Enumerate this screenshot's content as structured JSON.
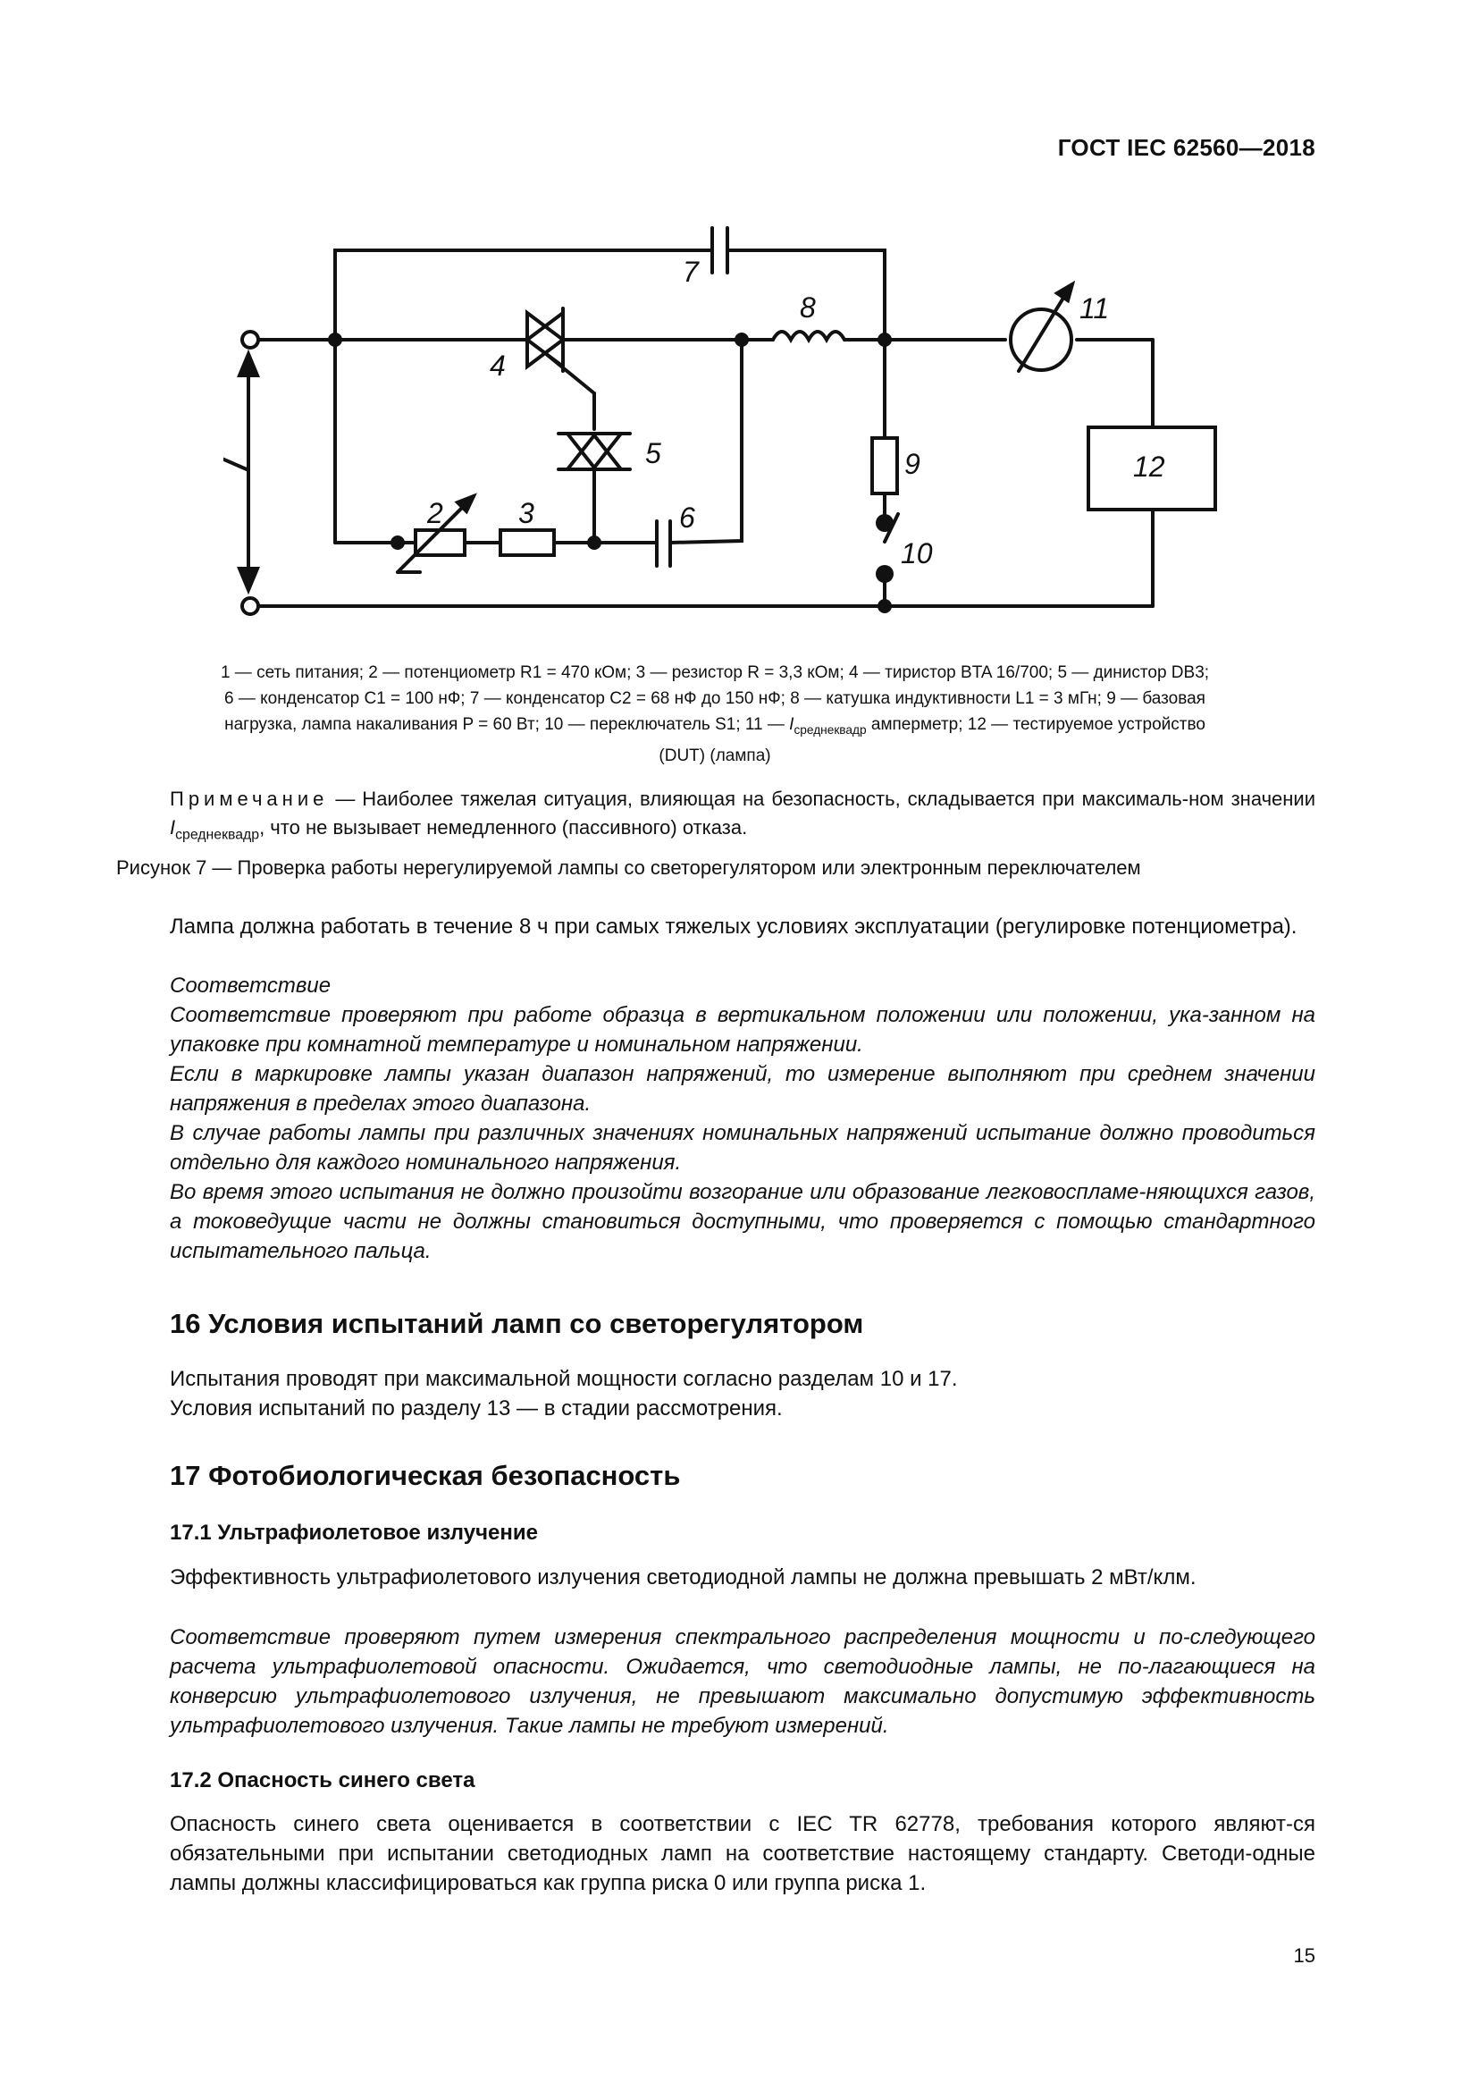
{
  "header": {
    "doc_id": "ГОСТ IEC 62560—2018"
  },
  "figure": {
    "labels": [
      "1",
      "2",
      "3",
      "4",
      "5",
      "6",
      "7",
      "8",
      "9",
      "10",
      "11",
      "12"
    ],
    "legend_lines": [
      "1 — сеть питания; 2 — потенциометр R1 = 470 кОм; 3 — резистор R = 3,3 кОм; 4 — тиристор BTA 16/700; 5 — динистор DB3;",
      "6 — конденсатор C1 = 100 нФ; 7 — конденсатор C2 = 68 нФ до 150 нФ; 8 — катушка индуктивности L1 = 3 мГн; 9 — базовая",
      "нагрузка, лампа накаливания P = 60 Вт; 10 — переключатель S1; 11 — ",
      "I",
      "среднеквадр",
      " амперметр; 12 — тестируемое устройство",
      "(DUT) (лампа)"
    ],
    "note_head": "Примечание",
    "note_text_1": " — Наиболее тяжелая ситуация, влияющая на безопасность, складывается при максималь-ном значении ",
    "note_I": "I",
    "note_sub": "среднеквадр",
    "note_text_2": ", что не вызывает немедленного (пассивного) отказа.",
    "caption": "Рисунок 7 — Проверка работы нерегулируемой лампы со светорегулятором или электронным переключателем"
  },
  "body": {
    "p1": "Лампа должна работать в течение 8 ч при самых тяжелых условиях эксплуатации (регулировке потенциометра).",
    "p2": "Соответствие",
    "p3": "Соответствие проверяют при работе образца в вертикальном положении или положении, ука-занном на упаковке при комнатной температуре и номинальном напряжении.",
    "p4": "Если в маркировке лампы указан диапазон напряжений, то измерение выполняют при среднем значении напряжения в пределах этого диапазона.",
    "p5": "В случае работы лампы при различных значениях номинальных напряжений испытание должно проводиться отдельно для каждого номинального напряжения.",
    "p6": "Во время этого испытания не должно произойти возгорание или образование легковоспламе-няющихся газов, а токоведущие части не должны становиться доступными, что проверяется с помощью стандартного испытательного пальца.",
    "s16_title": "16 Условия испытаний ламп со светорегулятором",
    "s16_p1": "Испытания проводят при максимальной мощности согласно разделам 10 и 17.",
    "s16_p2": "Условия испытаний по разделу 13 — в стадии рассмотрения.",
    "s17_title": "17 Фотобиологическая безопасность",
    "s171_title": "17.1 Ультрафиолетовое излучение",
    "s171_p1": "Эффективность ультрафиолетового излучения светодиодной лампы не должна превышать 2 мВт/клм.",
    "s171_p2": "Соответствие проверяют путем измерения спектрального распределения мощности и по-следующего расчета ультрафиолетовой опасности. Ожидается, что светодиодные лампы, не по-лагающиеся на конверсию ультрафиолетового излучения, не превышают максимально допустимую эффективность ультрафиолетового излучения. Такие лампы не требуют измерений.",
    "s172_title": "17.2 Опасность синего света",
    "s172_p1": "Опасность синего света оценивается в соответствии с IEC TR 62778, требования которого являют-ся обязательными при испытании светодиодных ламп на соответствие настоящему стандарту. Светоди-одные лампы должны классифицироваться как группа риска 0 или группа риска 1."
  },
  "page_number": "15"
}
